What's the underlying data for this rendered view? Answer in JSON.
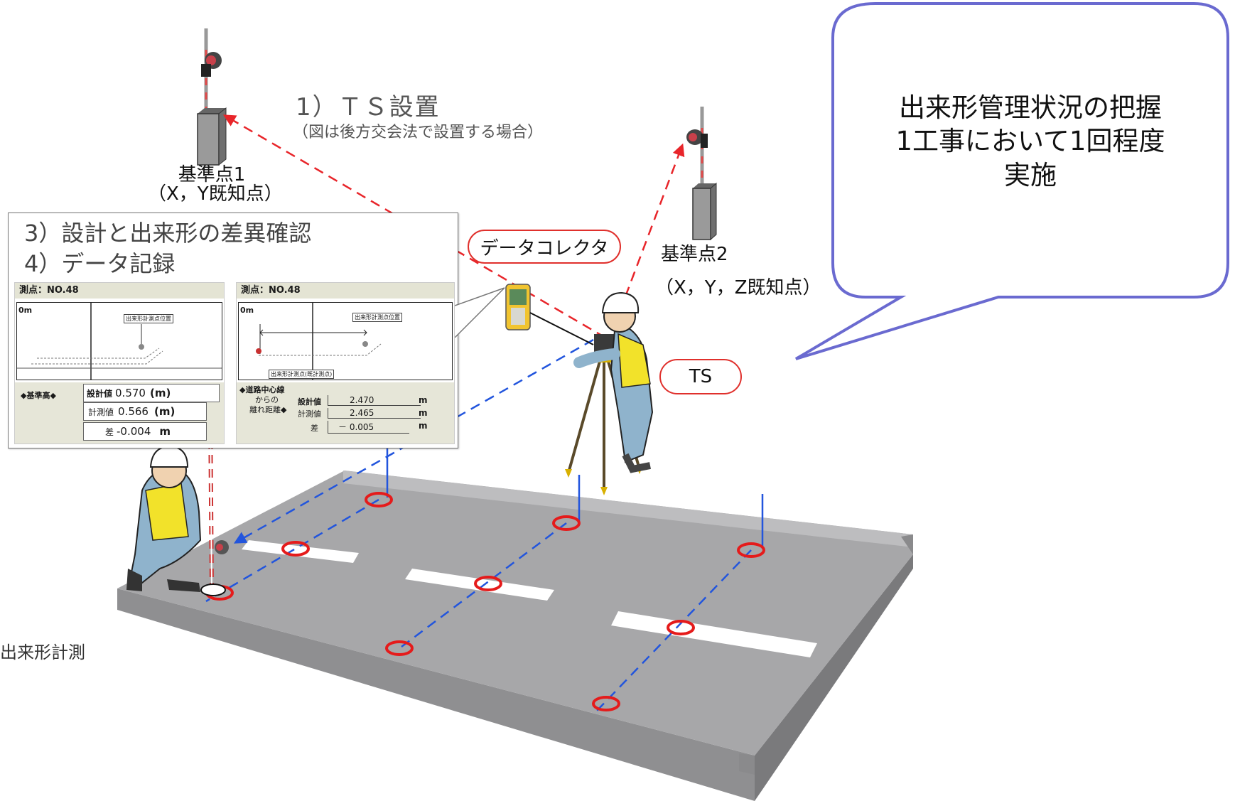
{
  "steps": {
    "step1_title": "1）ＴＳ設置",
    "step1_note": "（図は後方交会法で設置する場合）",
    "step2_label": "出来形計測",
    "step3_title": "3）設計と出来形の差異確認",
    "step4_title": "4）データ記録"
  },
  "benchmarks": {
    "bp1_name": "基準点1",
    "bp1_desc": "（X，Y既知点）",
    "bp2_name": "基準点2",
    "bp2_desc": "（X，Y，Z既知点）"
  },
  "labels": {
    "data_collector": "データコレクタ",
    "ts": "TS"
  },
  "callout": {
    "line1": "出来形管理状況の把握",
    "line2": "1工事において1回程度",
    "line3": "実施"
  },
  "screen_left": {
    "station": "測点：NO.48",
    "zero": "0m",
    "point_tag": "出来形計測点位置",
    "section_label": "◆基準高◆",
    "design_label": "設計値",
    "design_value": "0.570",
    "measured_label": "計測値",
    "measured_value": "0.566",
    "unit": "(m)",
    "diff_label": "差",
    "diff_value": "-0.004",
    "diff_unit": "m"
  },
  "screen_right": {
    "station": "測点：NO.48",
    "zero": "0m",
    "point_tag": "出来形計測点位置",
    "ref_tag": "出来形計測点(既計測点)",
    "section_line1": "◆道路中心線",
    "section_line2": "からの",
    "section_line3": "離れ距離◆",
    "design_label": "設計値",
    "design_value": "2.470",
    "measured_label": "計測値",
    "measured_value": "2.465",
    "diff_label": "差",
    "diff_value": "－ 0.005",
    "unit": "m"
  },
  "colors": {
    "accent_red": "#e0302c",
    "dash_red": "#e8252a",
    "dash_blue": "#2255dd",
    "callout_border": "#6a6ad0",
    "road": "#a7a7a9",
    "worker_suit": "#8fb3cc",
    "vest": "#f2e22a"
  }
}
